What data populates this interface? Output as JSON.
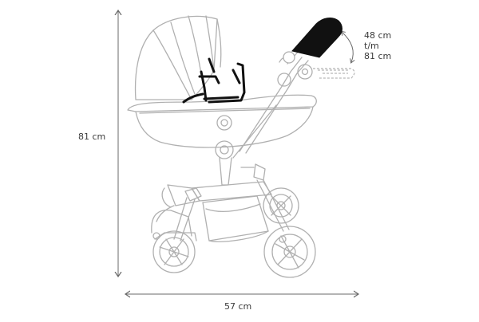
{
  "dimensions": {
    "height_label": "81 cm",
    "width_label": "57 cm",
    "handle_range": {
      "min_label": "48 cm",
      "connector_label": "t/m",
      "max_label": "81 cm"
    }
  },
  "colors": {
    "outline": "#b0b0b0",
    "dimension_line": "#6a6a6a",
    "handle": "#111111",
    "harness": "#111111",
    "text": "#3a3a3a"
  },
  "icons": [
    "double-arrow-vertical-icon",
    "double-arrow-horizontal-icon",
    "curved-arrow-icon"
  ]
}
